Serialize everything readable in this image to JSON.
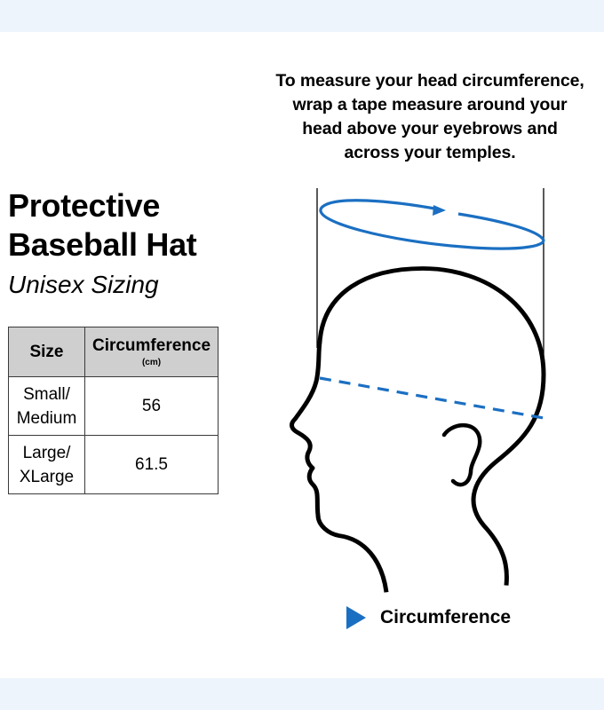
{
  "instructions": [
    "To measure your head circumference,",
    "wrap a tape measure around your",
    "head above your eyebrows and",
    "across your temples."
  ],
  "title_lines": [
    "Protective",
    "Baseball Hat"
  ],
  "subtitle": "Unisex Sizing",
  "table": {
    "headers": {
      "size": "Size",
      "circumference": "Circumference",
      "unit": "(cm)"
    },
    "rows": [
      {
        "size_lines": [
          "Small/",
          "Medium"
        ],
        "circumference": "56"
      },
      {
        "size_lines": [
          "Large/",
          "XLarge"
        ],
        "circumference": "61.5"
      }
    ]
  },
  "legend": {
    "label": "Circumference",
    "icon": "play-triangle-icon",
    "color": "#1b6fc2"
  },
  "colors": {
    "accent": "#1b6fc2",
    "header_bg": "#cfcfcf",
    "page_bg": "#eef4fb"
  }
}
